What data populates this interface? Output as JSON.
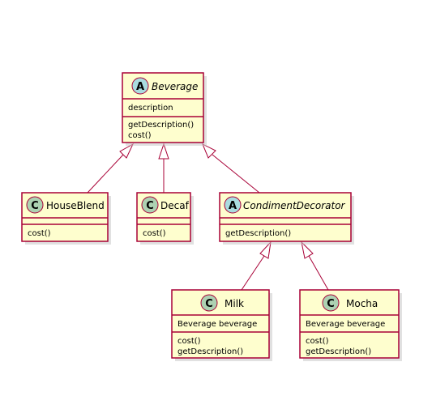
{
  "colors": {
    "border": "#a80036",
    "fill": "#fefece",
    "abstract_badge": "#a9dcdf",
    "class_badge": "#add1b2"
  },
  "classes": {
    "beverage": {
      "stereotype": "A",
      "name": "Beverage",
      "abstract": true,
      "fields": [
        "description"
      ],
      "methods": [
        "getDescription()",
        "cost()"
      ]
    },
    "houseblend": {
      "stereotype": "C",
      "name": "HouseBlend",
      "abstract": false,
      "fields": [],
      "methods": [
        "cost()"
      ]
    },
    "decaf": {
      "stereotype": "C",
      "name": "Decaf",
      "abstract": false,
      "fields": [],
      "methods": [
        "cost()"
      ]
    },
    "condimentdecorator": {
      "stereotype": "A",
      "name": "CondimentDecorator",
      "abstract": true,
      "fields": [],
      "methods": [
        "getDescription()"
      ]
    },
    "milk": {
      "stereotype": "C",
      "name": "Milk",
      "abstract": false,
      "fields": [
        "Beverage beverage"
      ],
      "methods": [
        "cost()",
        "getDescription()"
      ]
    },
    "mocha": {
      "stereotype": "C",
      "name": "Mocha",
      "abstract": false,
      "fields": [
        "Beverage beverage"
      ],
      "methods": [
        "cost()",
        "getDescription()"
      ]
    }
  },
  "relations": [
    {
      "type": "inheritance",
      "from": "houseblend",
      "to": "beverage"
    },
    {
      "type": "inheritance",
      "from": "decaf",
      "to": "beverage"
    },
    {
      "type": "inheritance",
      "from": "condimentdecorator",
      "to": "beverage"
    },
    {
      "type": "inheritance",
      "from": "milk",
      "to": "condimentdecorator"
    },
    {
      "type": "inheritance",
      "from": "mocha",
      "to": "condimentdecorator"
    }
  ]
}
